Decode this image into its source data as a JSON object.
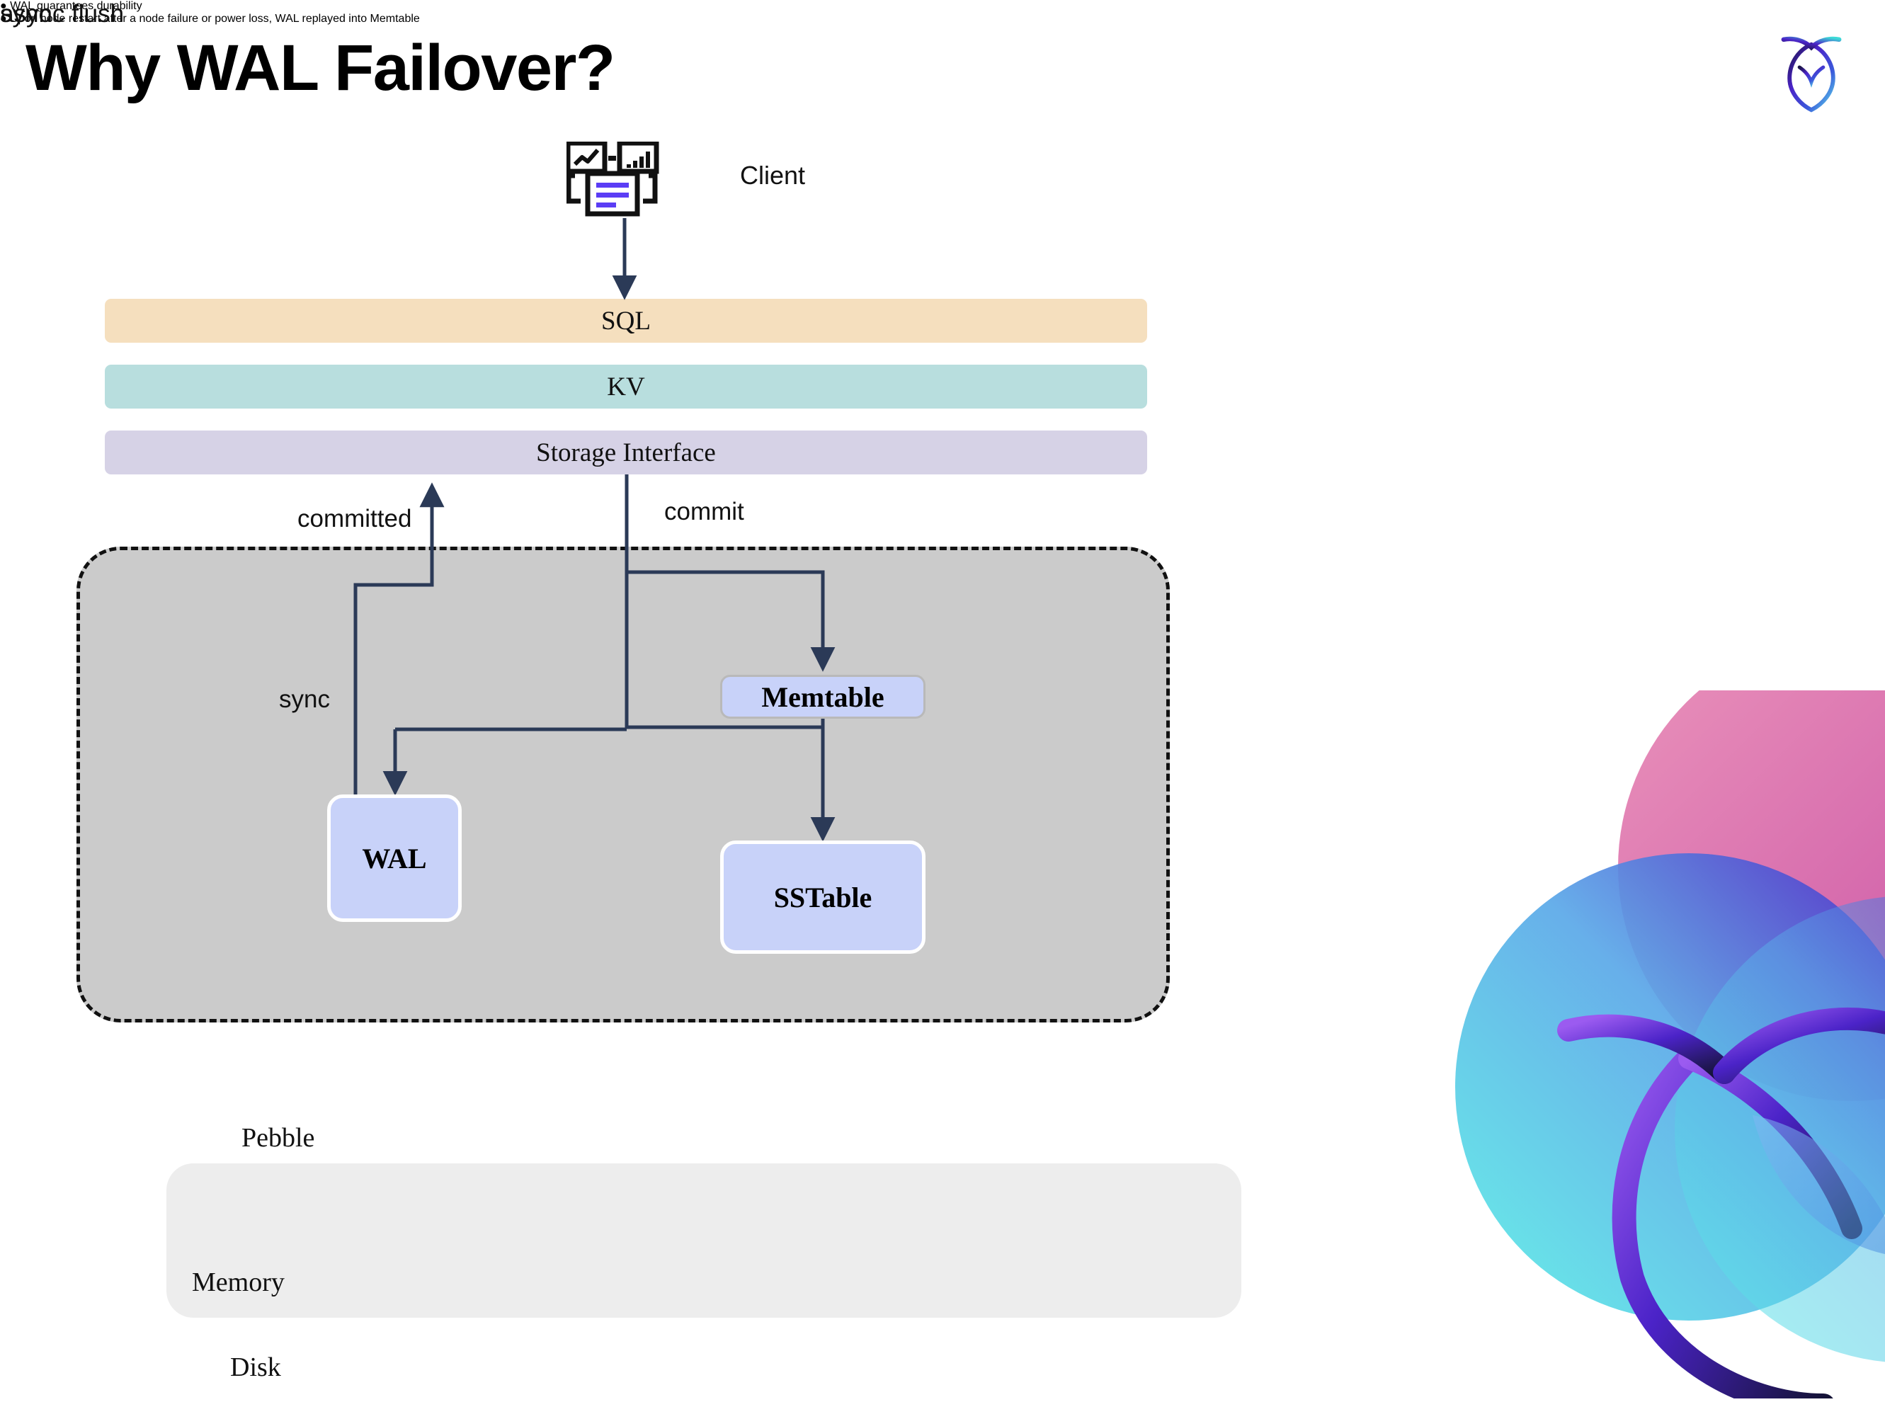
{
  "slide": {
    "title": "Why WAL Failover?",
    "brand_logo": "cockroachdb-logo-icon",
    "decor_mark": "cockroachdb-decorative-mark"
  },
  "diagram": {
    "client": {
      "label": "Client",
      "icon": "client-dashboard-icon"
    },
    "layers": [
      {
        "id": "sql",
        "label": "SQL",
        "color": "#F5DFBE"
      },
      {
        "id": "kv",
        "label": "KV",
        "color": "#B8DEDE"
      },
      {
        "id": "storage_interface",
        "label": "Storage Interface",
        "color": "#D6D2E6"
      }
    ],
    "container": {
      "label": "Pebble",
      "fill": "#CBCBCB",
      "border": "dashed",
      "regions": [
        {
          "id": "memory",
          "label": "Memory",
          "fill": "#EDEDED"
        },
        {
          "id": "disk",
          "label": "Disk",
          "fill": "#CBCBCB"
        }
      ]
    },
    "nodes": [
      {
        "id": "memtable",
        "label": "Memtable",
        "fill": "#C8D2F9"
      },
      {
        "id": "wal",
        "label": "WAL",
        "fill": "#C8D2F9"
      },
      {
        "id": "sstable",
        "label": "SSTable",
        "fill": "#C8D2F9"
      }
    ],
    "edges": [
      {
        "id": "client-to-sql",
        "label": "",
        "from": "client",
        "to": "sql"
      },
      {
        "id": "commit",
        "label": "commit",
        "from": "storage_interface",
        "to": "memtable"
      },
      {
        "id": "committed",
        "label": "committed",
        "from": "wal",
        "to": "storage_interface"
      },
      {
        "id": "sync-a",
        "label": "sync",
        "from": "storage_interface",
        "to": "wal"
      },
      {
        "id": "sync-b",
        "label": "sync",
        "from": "storage_interface",
        "to": "wal"
      },
      {
        "id": "async-flush",
        "label": "async flush",
        "from": "memtable",
        "to": "sstable"
      }
    ],
    "arrow_color": "#2B3A57"
  },
  "bullets": [
    {
      "marker": "●",
      "text": "WAL guarantees durability"
    },
    {
      "marker": "●",
      "text": "Upon node restart after a node failure or power loss, WAL replayed into Memtable"
    }
  ]
}
